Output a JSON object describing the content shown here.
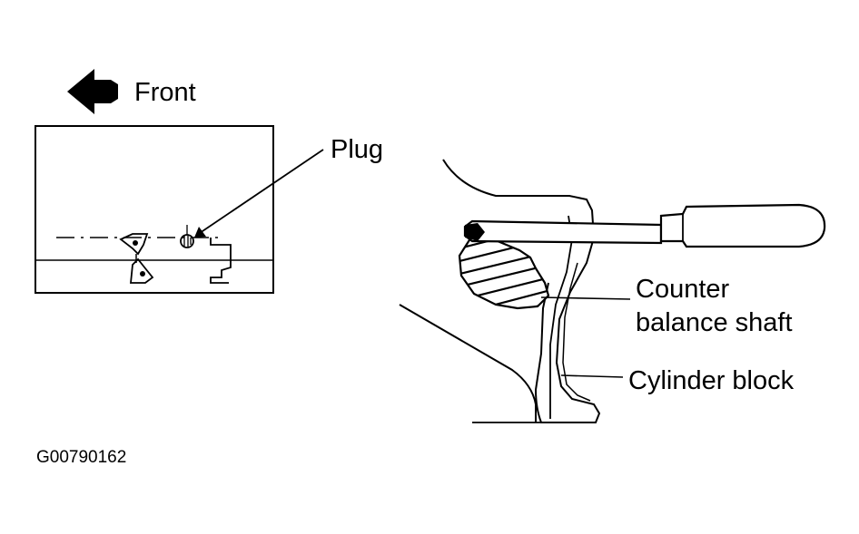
{
  "labels": {
    "front": "Front",
    "plug": "Plug",
    "counter_line1": "Counter",
    "counter_line2": "balance shaft",
    "cylinder_block": "Cylinder block",
    "figure_code": "G00790162"
  },
  "colors": {
    "ink": "#000000",
    "background": "#ffffff"
  },
  "icons": {
    "front_arrow": "arrow-left-icon",
    "screwdriver": "screwdriver-icon",
    "plug": "plug-icon"
  }
}
